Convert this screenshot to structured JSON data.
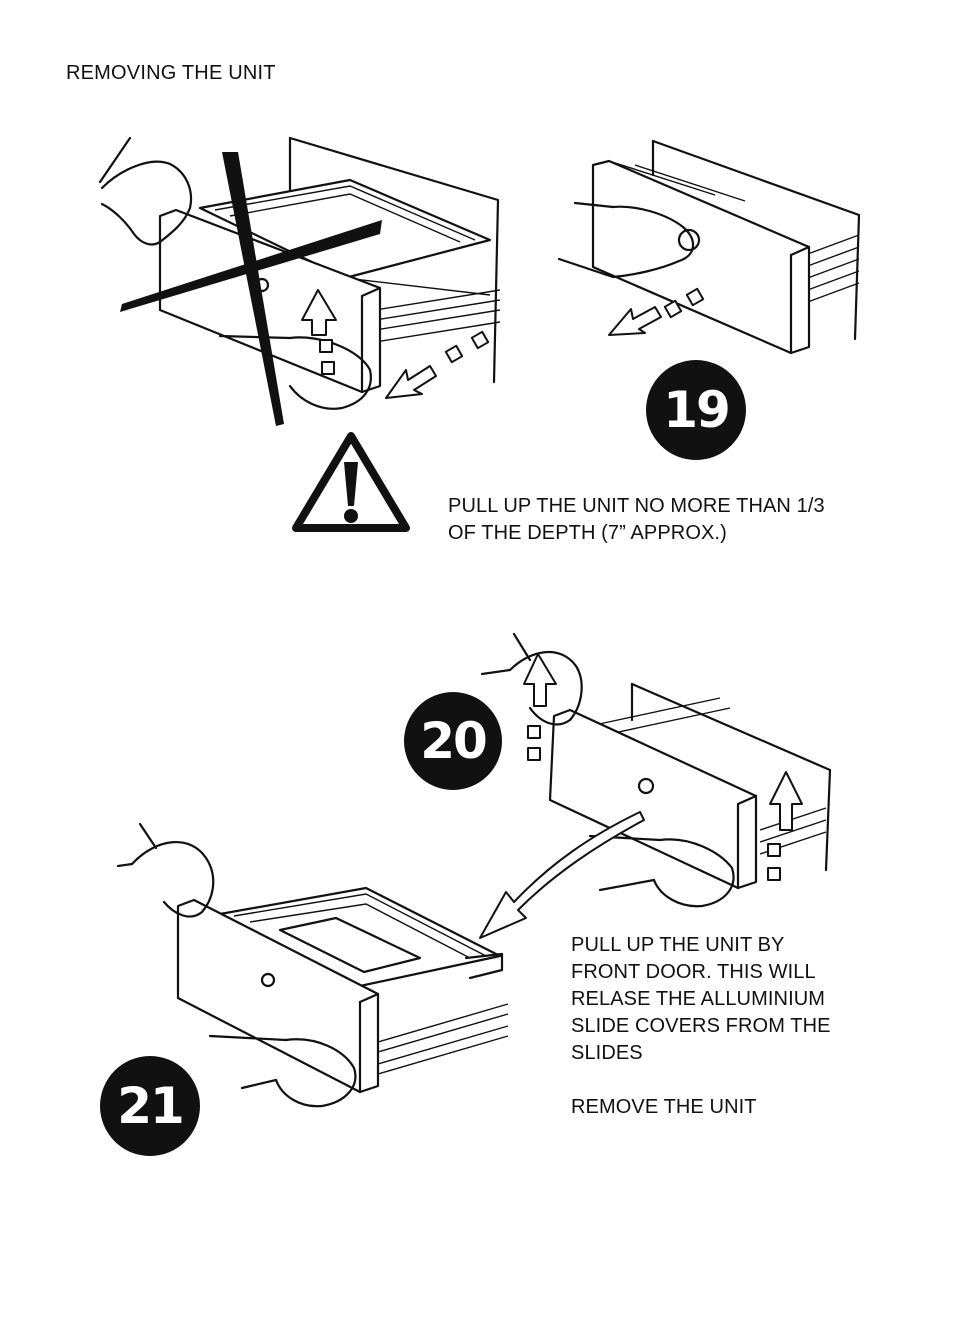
{
  "page": {
    "heading": "REMOVING THE UNIT"
  },
  "steps": [
    {
      "number": "19",
      "caption": [
        "PULL UP THE UNIT NO MORE THAN 1/3",
        "OF THE DEPTH (7” APPROX.)"
      ]
    },
    {
      "number": "20"
    },
    {
      "number": "21",
      "caption": [
        "PULL UP THE UNIT BY",
        "FRONT DOOR. THIS WILL",
        "RELASE THE ALLUMINIUM",
        "SLIDE COVERS FROM THE",
        "SLIDES",
        "",
        "REMOVE THE UNIT"
      ]
    }
  ],
  "icons": {
    "warning": "warning-triangle-icon",
    "wrong": "cross-out-icon",
    "direction": "arrow-icon"
  }
}
